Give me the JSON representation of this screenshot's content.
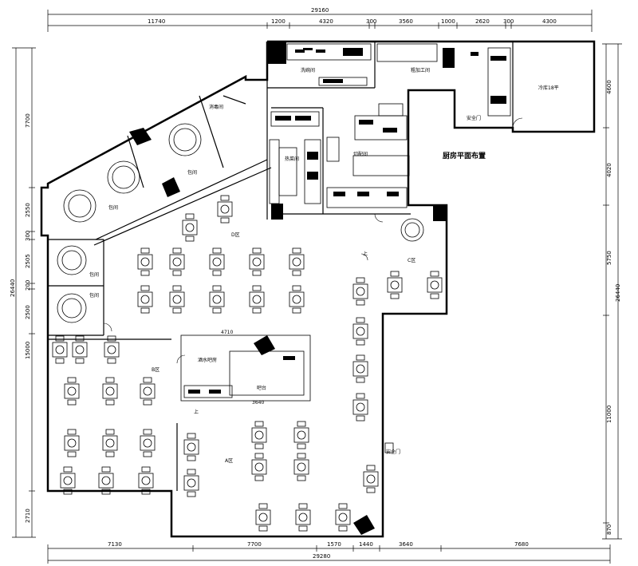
{
  "title": "厨房平面布置",
  "top_dims": {
    "total": "29160",
    "segments": [
      "11740",
      "1200",
      "4320",
      "300",
      "3560",
      "1000",
      "2620",
      "300",
      "4300"
    ]
  },
  "bottom_dims": {
    "total": "29280",
    "segments": [
      "7130",
      "7700",
      "1570",
      "1440",
      "3640",
      "7680"
    ]
  },
  "left_dims": {
    "total": "26440",
    "segments": [
      "7700",
      "2550",
      "300",
      "2505",
      "200",
      "2500",
      "15000",
      "2710"
    ]
  },
  "right_dims": {
    "total": "26440",
    "segments": [
      "4600",
      "4020",
      "5750",
      "11000",
      "870"
    ]
  },
  "zones": {
    "a": "A区",
    "b": "B区",
    "c": "C区",
    "d": "D区"
  },
  "rooms": {
    "private_room_1": "包间",
    "private_room_2": "包间",
    "private_room_3": "包间",
    "private_room_4": "包间",
    "disinfection": "消毒间",
    "prep_room": "切配间",
    "hot_kitchen": "热菜间",
    "cold_room": "冷库18平",
    "washing": "洗碗间",
    "seafood_kitchen": "粗加工间",
    "water_bar": "酒水吧房",
    "bar": "吧台"
  },
  "door_labels": {
    "safety_door_1": "安全门",
    "safety_door_2": "安全门"
  },
  "bar_dims": {
    "width": "4710",
    "inner": "3640"
  },
  "stair_labels": {
    "up_1": "上",
    "up_2": "上"
  }
}
